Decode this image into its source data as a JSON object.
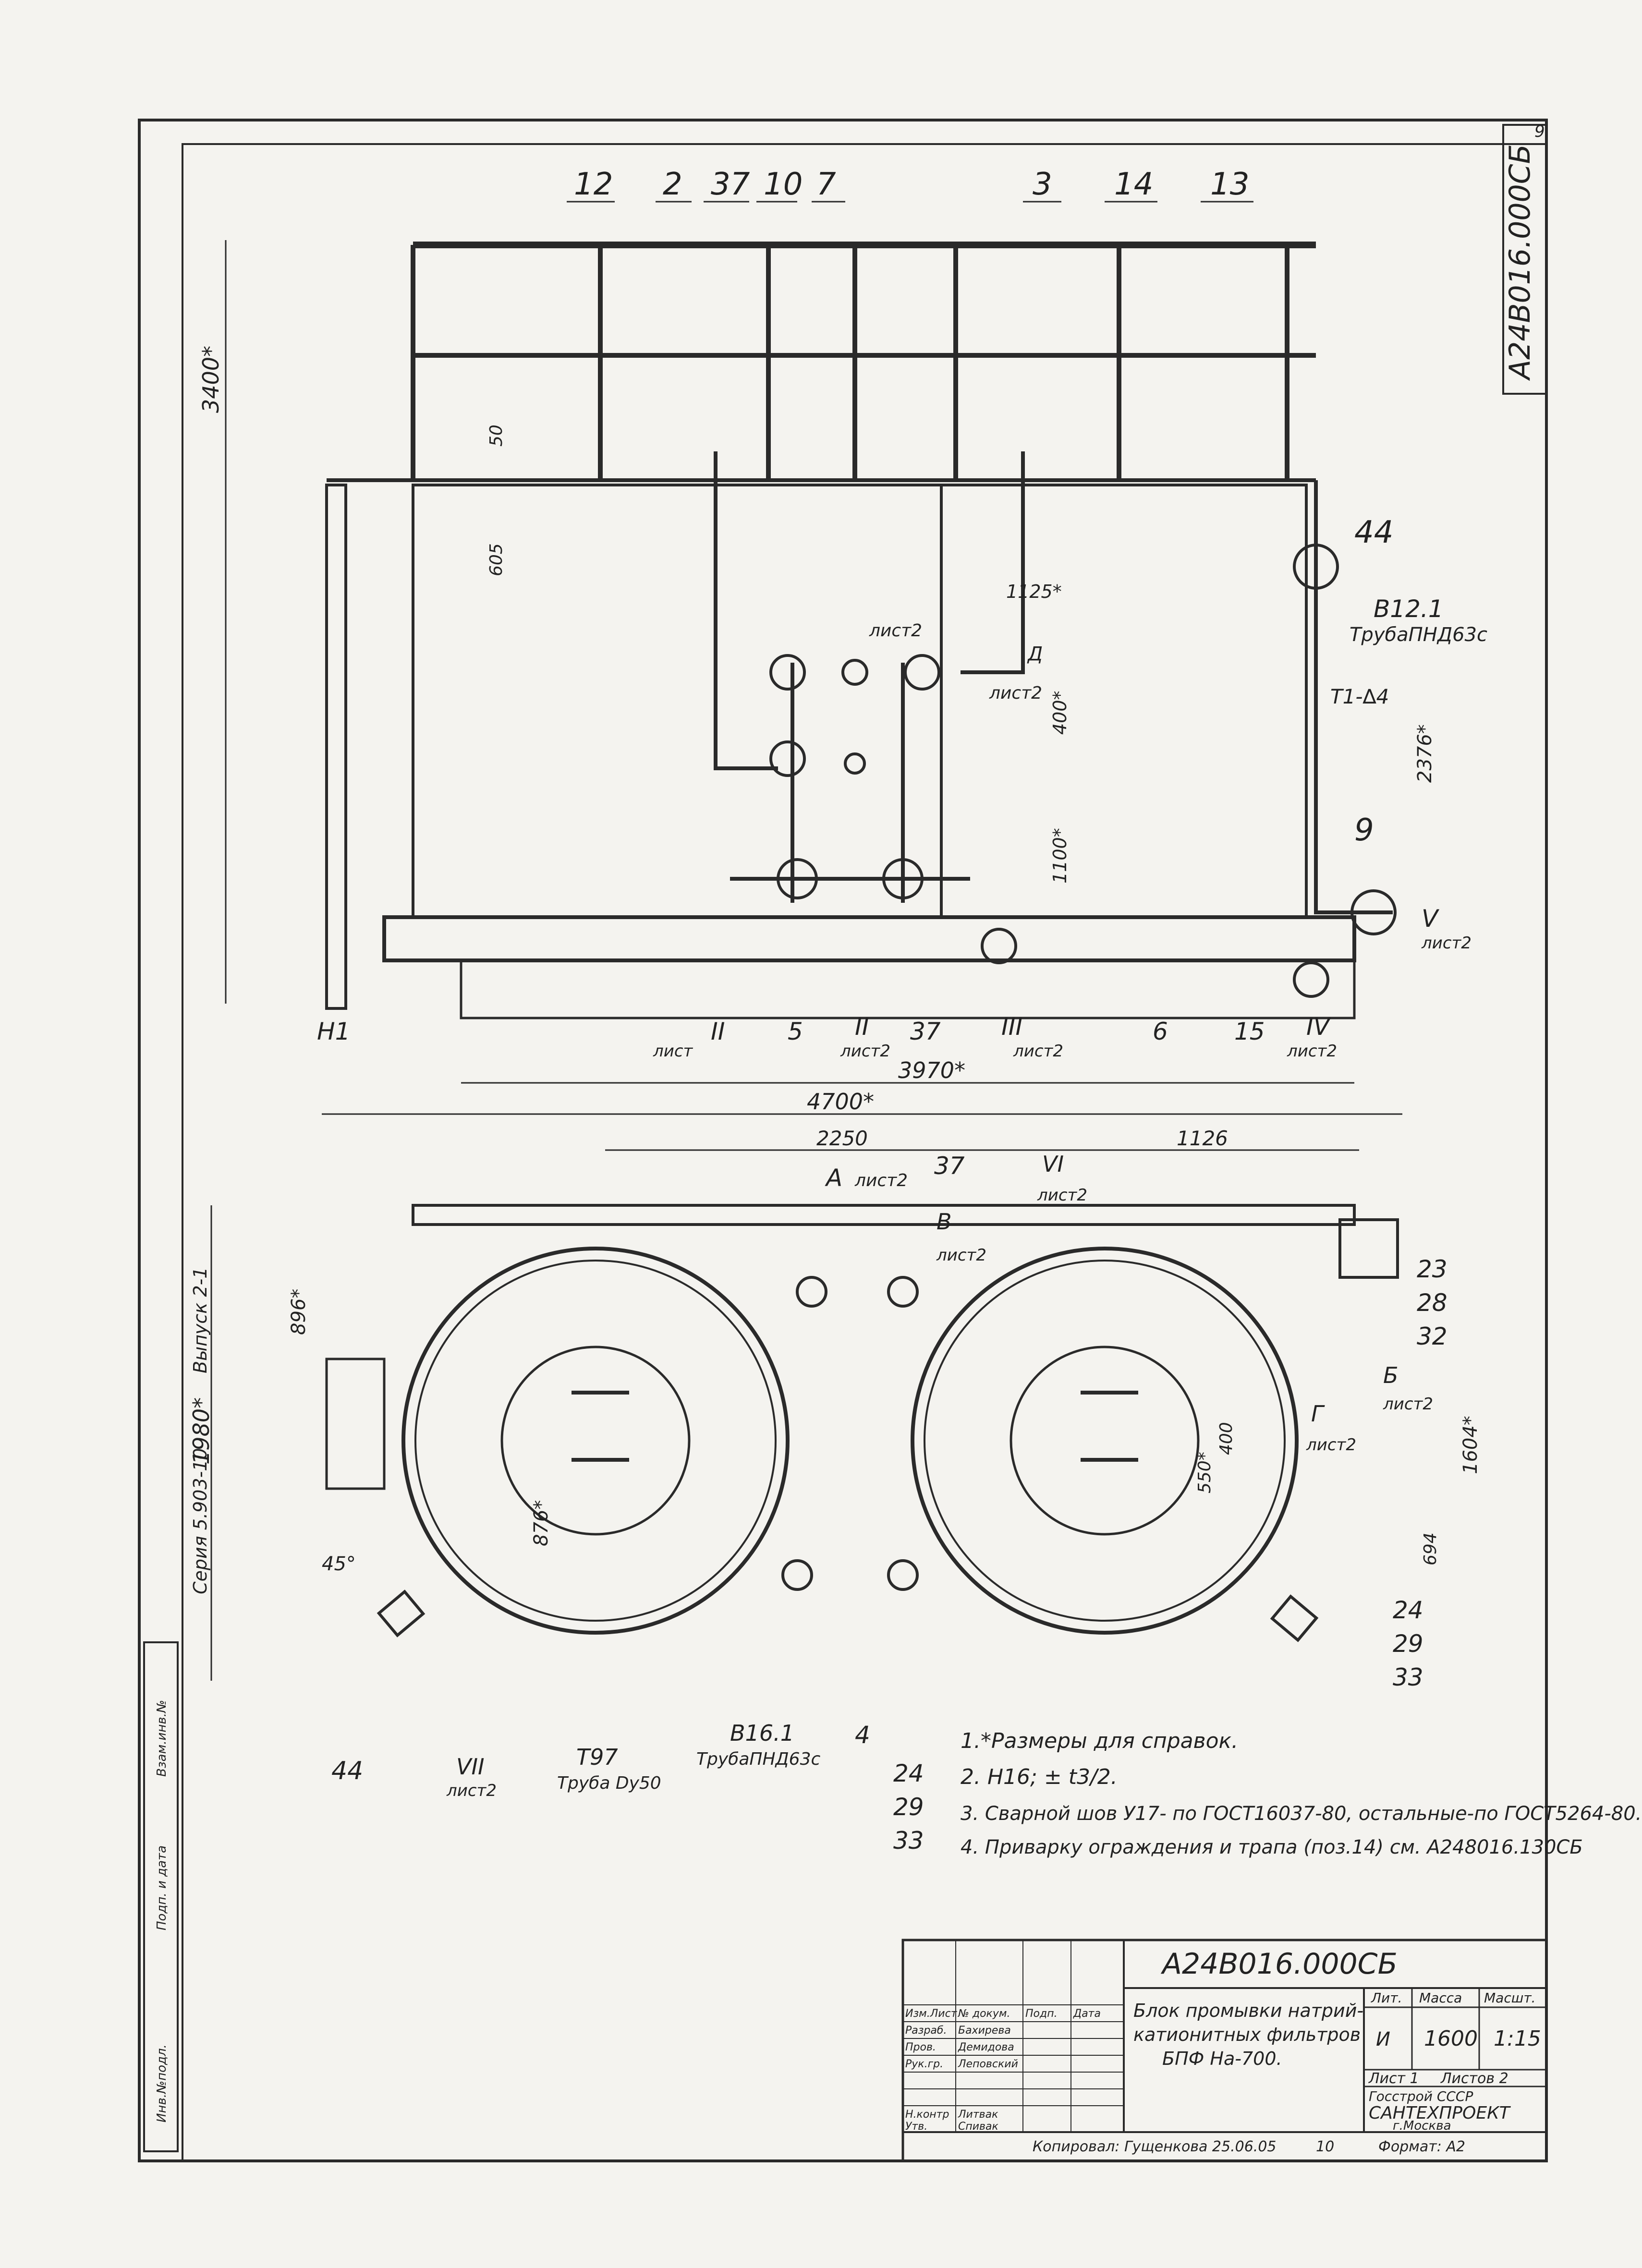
{
  "sheet_number": "9",
  "document_code": "А24В016.000СБ",
  "series_text": "Серия 5.903-10",
  "issue_text": "Выпуск 2-1",
  "position_labels_top": [
    "12",
    "2",
    "37",
    "10",
    "7",
    "3",
    "14",
    "13"
  ],
  "position_labels_right": [
    "44",
    "9"
  ],
  "position_labels_bottom": [
    "H1",
    "II",
    "5",
    "II",
    "37",
    "III",
    "6",
    "15",
    "IV",
    "V"
  ],
  "bottom_sheet_refs": [
    "лист",
    "лист2",
    "лист2",
    "лист2",
    "лист2"
  ],
  "front_view_dims": {
    "height_total": "3400*",
    "dim_50": "50",
    "dim_605": "605",
    "dim_1125": "1125*",
    "dim_400": "400*",
    "dim_1100": "1100*",
    "dim_2376": "2376*",
    "dim_3970": "3970*"
  },
  "front_view_notes": {
    "sheet2_a": "лист2",
    "sheet2_b": "лист2",
    "d_mark": "Д",
    "v12": "В12.1",
    "pipe_label": "ТрубаПНД63с",
    "t1": "Т1-∆4"
  },
  "plan_view_dims": {
    "overall_width": "4700*",
    "d_2250": "2250",
    "d_1126": "1126",
    "d_1980": "1980*",
    "d_896": "896*",
    "d_876": "876*",
    "d_400": "400",
    "d_550": "550*",
    "d_694": "694",
    "d_1604": "1604*",
    "angle": "45°"
  },
  "plan_view_labels": {
    "section_a": "А",
    "sheet2_a": "лист2",
    "item_37": "37",
    "section_vi": "VI",
    "sheet2_vi": "лист2",
    "section_v": "В",
    "sheet2_v": "лист2",
    "section_g": "Г",
    "sheet2_g": "лист2",
    "section_b": "Б",
    "sheet2_b": "лист2",
    "stack_a": [
      "23",
      "28",
      "32"
    ],
    "stack_b": [
      "24",
      "29",
      "33"
    ],
    "stack_c": [
      "24",
      "29",
      "33"
    ],
    "item_44": "44",
    "section_vii": "VII",
    "sheet2_vii": "лист2",
    "t97": "Т97",
    "pipe_dy50": "Труба Dy50",
    "v16": "В16.1",
    "pipe_pnd": "ТрубаПНД63с",
    "item_4": "4"
  },
  "notes": [
    "1.*Размеры для справок.",
    "2. Н16; ± t3/2.",
    "3. Сварной шов У17- по ГОСТ16037-80, остальные-по ГОСТ5264-80.",
    "4. Приварку ограждения и трапа (поз.14) см. А248016.130СБ"
  ],
  "title_block": {
    "code": "А24В016.000СБ",
    "title_lines": [
      "Блок промывки натрий-",
      "катионитных фильтров",
      "БПФ На-700."
    ],
    "headers": [
      "Лит.",
      "Масса",
      "Масшт."
    ],
    "litera": "И",
    "mass": "1600",
    "scale": "1:15",
    "sheet": "Лист 1",
    "sheets": "Листов 2",
    "org_lines": [
      "Госстрой СССР",
      "САНТЕХПРОЕКТ",
      "г.Москва"
    ],
    "roles": [
      "Изм.Лист",
      "Разраб.",
      "Пров.",
      "Рук.гр.",
      "",
      "Н.контр",
      "Утв."
    ],
    "names": [
      "№ докум.",
      "Бахирева",
      "Демидова",
      "Леповский",
      "",
      "Литвак",
      "Спивак"
    ],
    "col_headers": [
      "Подп.",
      "Дата"
    ]
  },
  "footer": {
    "copied": "Копировал: Гущенкова 25.06.05",
    "num": "10",
    "format": "Формат: А2"
  },
  "left_margin_labels": [
    "Инв.№подл.",
    "Подп. и дата",
    "Взам.инв.№"
  ]
}
